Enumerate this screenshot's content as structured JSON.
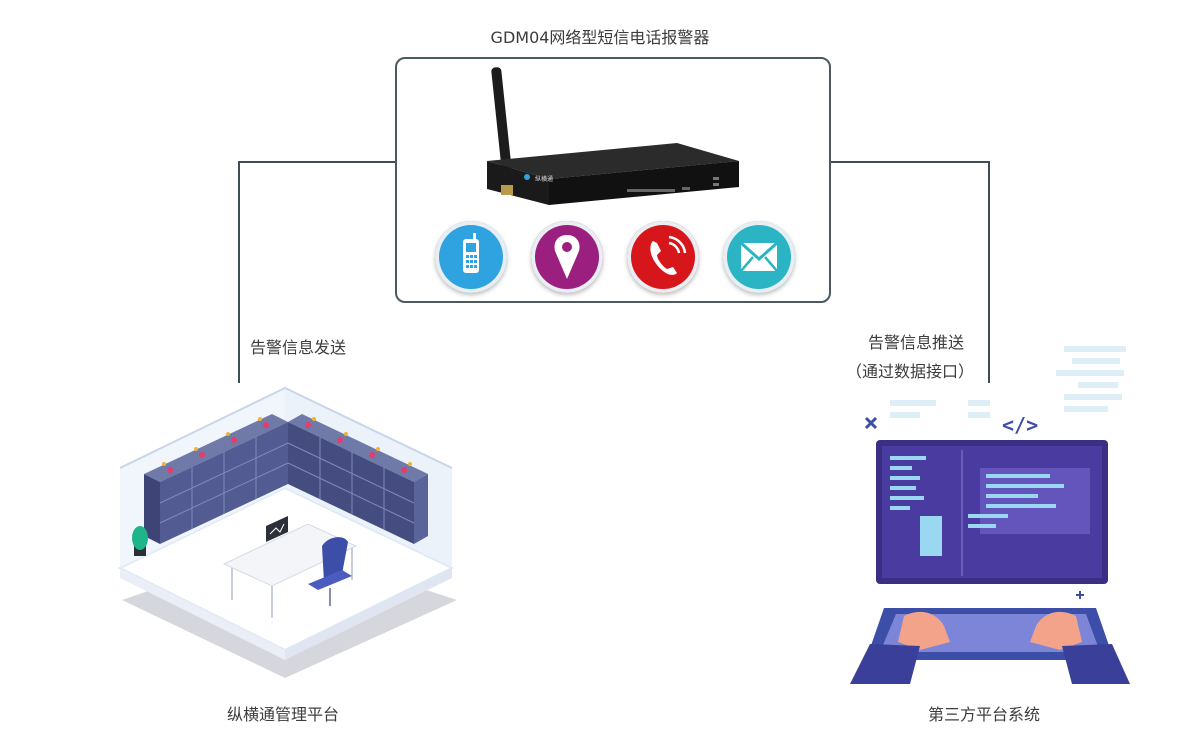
{
  "device": {
    "title": "GDM04网络型短信电话报警器",
    "brand_text": "纵横通",
    "icons": [
      "mobile-phone-icon",
      "location-pin-icon",
      "telephone-icon",
      "envelope-icon"
    ]
  },
  "left": {
    "edge_label": "告警信息发送",
    "caption": "纵横通管理平台"
  },
  "right": {
    "edge_label_line1": "告警信息推送",
    "edge_label_line2": "（通过数据接口）",
    "caption": "第三方平台系统"
  },
  "colors": {
    "connector": "#3d4f55",
    "phone_icon": "#2fa3df",
    "pin_icon": "#9a1f7f",
    "call_icon": "#d7161b",
    "mail_icon": "#2ab4c4"
  }
}
